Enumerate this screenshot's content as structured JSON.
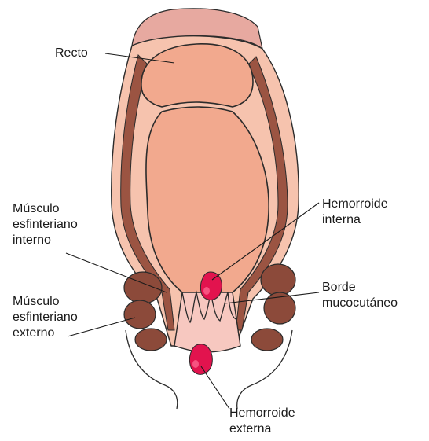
{
  "labels": {
    "recto": [
      "Recto"
    ],
    "musculo_interno": [
      "Músculo",
      "esfinteriano",
      "interno"
    ],
    "musculo_externo": [
      "Músculo",
      "esfinteriano",
      "externo"
    ],
    "hemorroide_interna": [
      "Hemorroide",
      "interna"
    ],
    "borde_mucocutaneo": [
      "Borde",
      "mucocutáneo"
    ],
    "hemorroide_externa": [
      "Hemorroide",
      "externa"
    ]
  },
  "colors": {
    "lumen": "#F2A98E",
    "wall_outer": "#F6C3AE",
    "muscle": "#8C4A3A",
    "hemorrhoid": "#E2134E",
    "anal_canal": "#F7C8C0",
    "outline": "#2b2b2b"
  }
}
